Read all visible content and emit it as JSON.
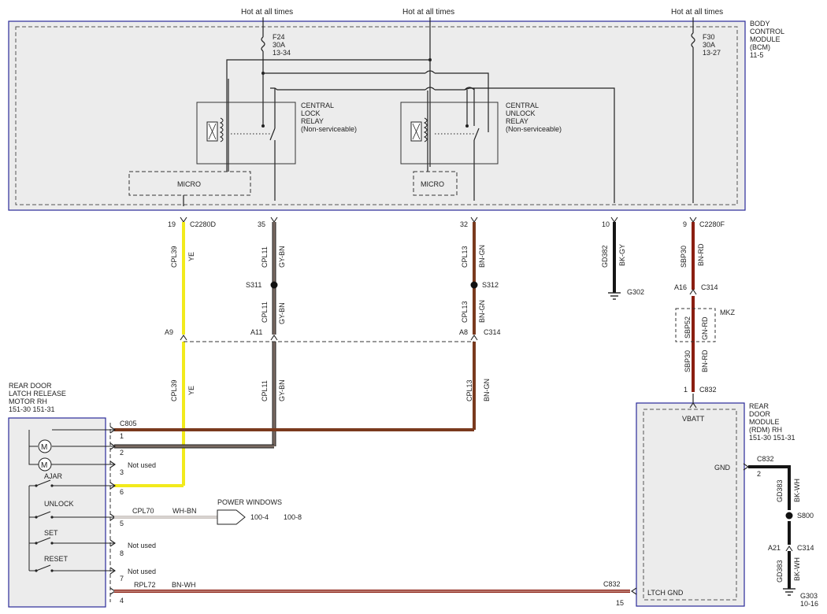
{
  "bcm": {
    "name_lines": [
      "BODY",
      "CONTROL",
      "MODULE",
      "(BCM)",
      "11-5"
    ],
    "hot_labels": [
      "Hot at all times",
      "Hot at all times",
      "Hot at all times"
    ],
    "fuse_f24": [
      "F24",
      "30A",
      "13-34"
    ],
    "fuse_f30": [
      "F30",
      "30A",
      "13-27"
    ],
    "lock_relay": [
      "CENTRAL",
      "LOCK",
      "RELAY",
      "(Non-serviceable)"
    ],
    "unlock_relay": [
      "CENTRAL",
      "UNLOCK",
      "RELAY",
      "(Non-serviceable)"
    ],
    "micro_left": "MICRO",
    "micro_right": "MICRO",
    "connector_d": "C2280D",
    "connector_f": "C2280F",
    "pins": [
      "19",
      "35",
      "32",
      "10",
      "9"
    ]
  },
  "wires": {
    "cpl39_top": [
      "CPL39",
      "YE"
    ],
    "cpl11_top": [
      "CPL11",
      "GY-BN"
    ],
    "cpl13_top": [
      "CPL13",
      "BN-GN"
    ],
    "gd382": [
      "GD382",
      "BK-GY"
    ],
    "sbp30_top": [
      "SBP30",
      "BN-RD"
    ],
    "cpl11_mid": [
      "CPL11",
      "GY-BN"
    ],
    "cpl13_mid": [
      "CPL13",
      "BN-GN"
    ],
    "sbp52": [
      "SBP52",
      "GN-RD"
    ],
    "sbp30_low": [
      "SBP30",
      "BN-RD"
    ],
    "cpl39_low": [
      "CPL39",
      "YE"
    ],
    "cpl11_low": [
      "CPL11",
      "GY-BN"
    ],
    "cpl13_low": [
      "CPL13",
      "BN-GN"
    ],
    "gd383_a": [
      "GD383",
      "BK-WH"
    ],
    "gd383_b": [
      "GD383",
      "BK-WH"
    ],
    "cpl70": [
      "CPL70",
      "WH-BN"
    ],
    "rpl72": [
      "RPL72",
      "BN-WH"
    ]
  },
  "splices": {
    "s311": "S311",
    "s312": "S312",
    "s800": "S800"
  },
  "grounds": {
    "g302": "G302",
    "g303": [
      "G303",
      "10-16"
    ]
  },
  "inline_connector": {
    "a9": "A9",
    "a11": "A11",
    "a8": "A8",
    "c314": "C314",
    "a16": "A16",
    "c314_b": "C314",
    "mkz": "MKZ",
    "a21": "A21",
    "c314_c": "C314"
  },
  "latch_motor": {
    "name_lines": [
      "REAR DOOR",
      "LATCH RELEASE",
      "MOTOR RH",
      "151-30  151-31"
    ],
    "connector": "C805",
    "pins": [
      "1",
      "2",
      "3",
      "6",
      "5",
      "8",
      "7",
      "4"
    ],
    "switches": [
      "AJAR",
      "UNLOCK",
      "SET",
      "RESET"
    ],
    "not_used": [
      "Not used",
      "Not used",
      "Not used"
    ],
    "motor_symbol": "M"
  },
  "power_windows": {
    "label": "POWER WINDOWS",
    "refs": [
      "100-4",
      "100-8"
    ]
  },
  "rdm": {
    "name_lines": [
      "REAR",
      "DOOR",
      "MODULE",
      "(RDM) RH",
      "151-30  151-31"
    ],
    "connector_top": "C832",
    "pin_top": "1",
    "vbatt": "VBATT",
    "gnd": "GND",
    "connector_gnd": "C832",
    "pin_gnd": "2",
    "ltch_gnd": "LTCH GND",
    "connector_ltch": "C832",
    "pin_ltch": "15"
  },
  "colors": {
    "module_border": "#2a2a9a",
    "module_fill": "#ececec",
    "yellow_wire": "#f2ea1b",
    "gray_brown_wire": "#7a6a62",
    "brown_green_wire": "#7a3a1e",
    "brown_red_wire": "#8b1f12",
    "black_wire": "#151515"
  }
}
